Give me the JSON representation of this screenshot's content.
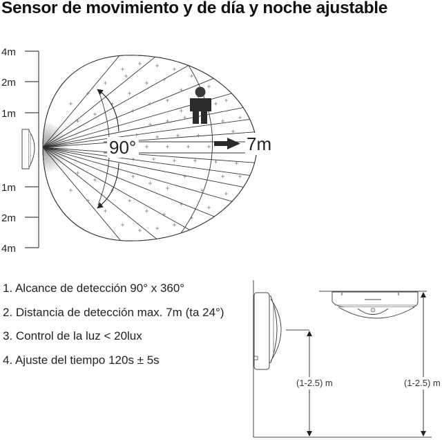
{
  "title": "Sensor de movimiento y de día y noche ajustable",
  "detection_diagram": {
    "scale_labels_top": [
      "4m",
      "2m",
      "1m"
    ],
    "scale_labels_bottom": [
      "1m",
      "2m",
      "4m"
    ],
    "angle_label": "90°",
    "range_label": "7m",
    "colors": {
      "line": "#333333",
      "figure": "#2b2b2b",
      "plus": "#666666"
    }
  },
  "specs": [
    {
      "label": "1. Alcance de detección 90° x 360°"
    },
    {
      "label": "2. Distancia de detección max. 7m (ta 24°)"
    },
    {
      "label": "3. Control de la luz < 20lux"
    },
    {
      "label": "4. Ajuste del tiempo 120s ± 5s"
    }
  ],
  "installation_diagram": {
    "wall_mount_height": "(1-2.5) m",
    "ceiling_mount_height": "(1-2.5) m"
  }
}
